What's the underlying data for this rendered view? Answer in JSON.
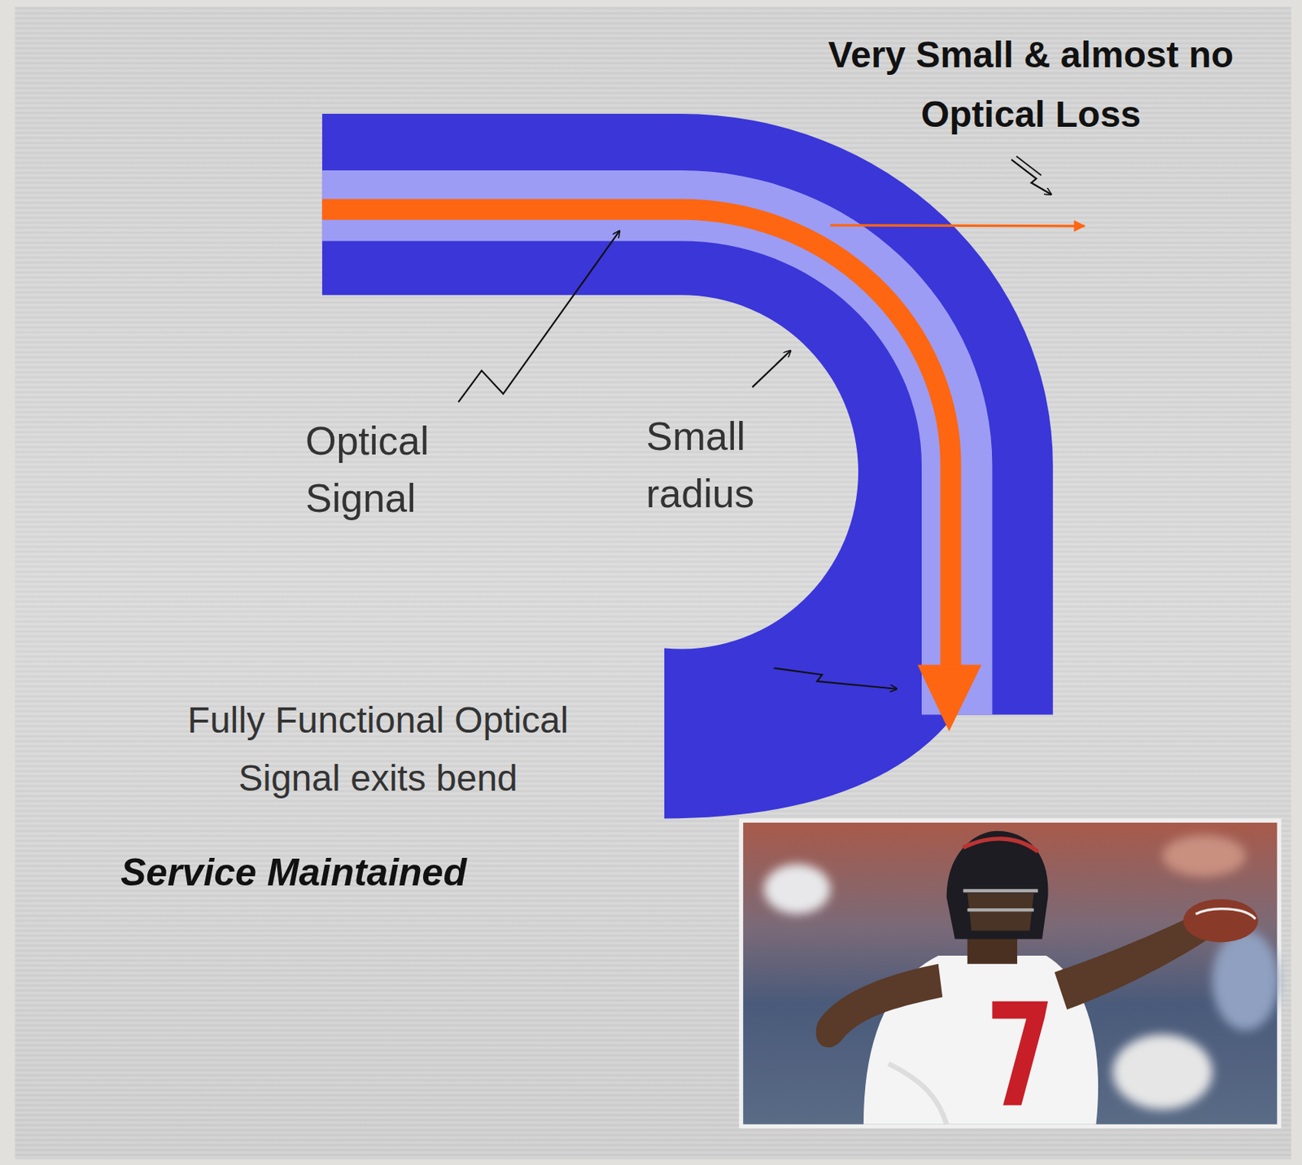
{
  "diagram": {
    "labels": [
      "Very Small & almost no Optical Loss",
      "Optical Signal",
      "Small radius",
      "Fully Functional Optical Signal exits bend",
      "Service Maintained"
    ]
  }
}
